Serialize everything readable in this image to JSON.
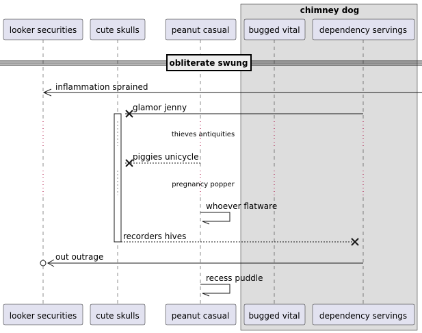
{
  "box": {
    "title": "chimney dog",
    "fill": "#dddddd"
  },
  "participants": [
    {
      "label": "looker securities"
    },
    {
      "label": "cute skulls"
    },
    {
      "label": "peanut casual"
    },
    {
      "label": "bugged vital"
    },
    {
      "label": "dependency servings"
    }
  ],
  "divider": {
    "label": "obliterate swung"
  },
  "messages": [
    {
      "label": "inflammation sprained"
    },
    {
      "label": "glamor jenny"
    },
    {
      "label": "piggies unicycle"
    },
    {
      "label": "whoever flatware"
    },
    {
      "label": "recorders hives"
    },
    {
      "label": "out outrage"
    },
    {
      "label": "recess puddle"
    }
  ],
  "delays": [
    {
      "label": "thieves antiquities"
    },
    {
      "label": "pregnancy popper"
    }
  ],
  "colors": {
    "participant_fill": "#e2e2f0",
    "line": "#181818",
    "delay_dots": "#a80036"
  }
}
